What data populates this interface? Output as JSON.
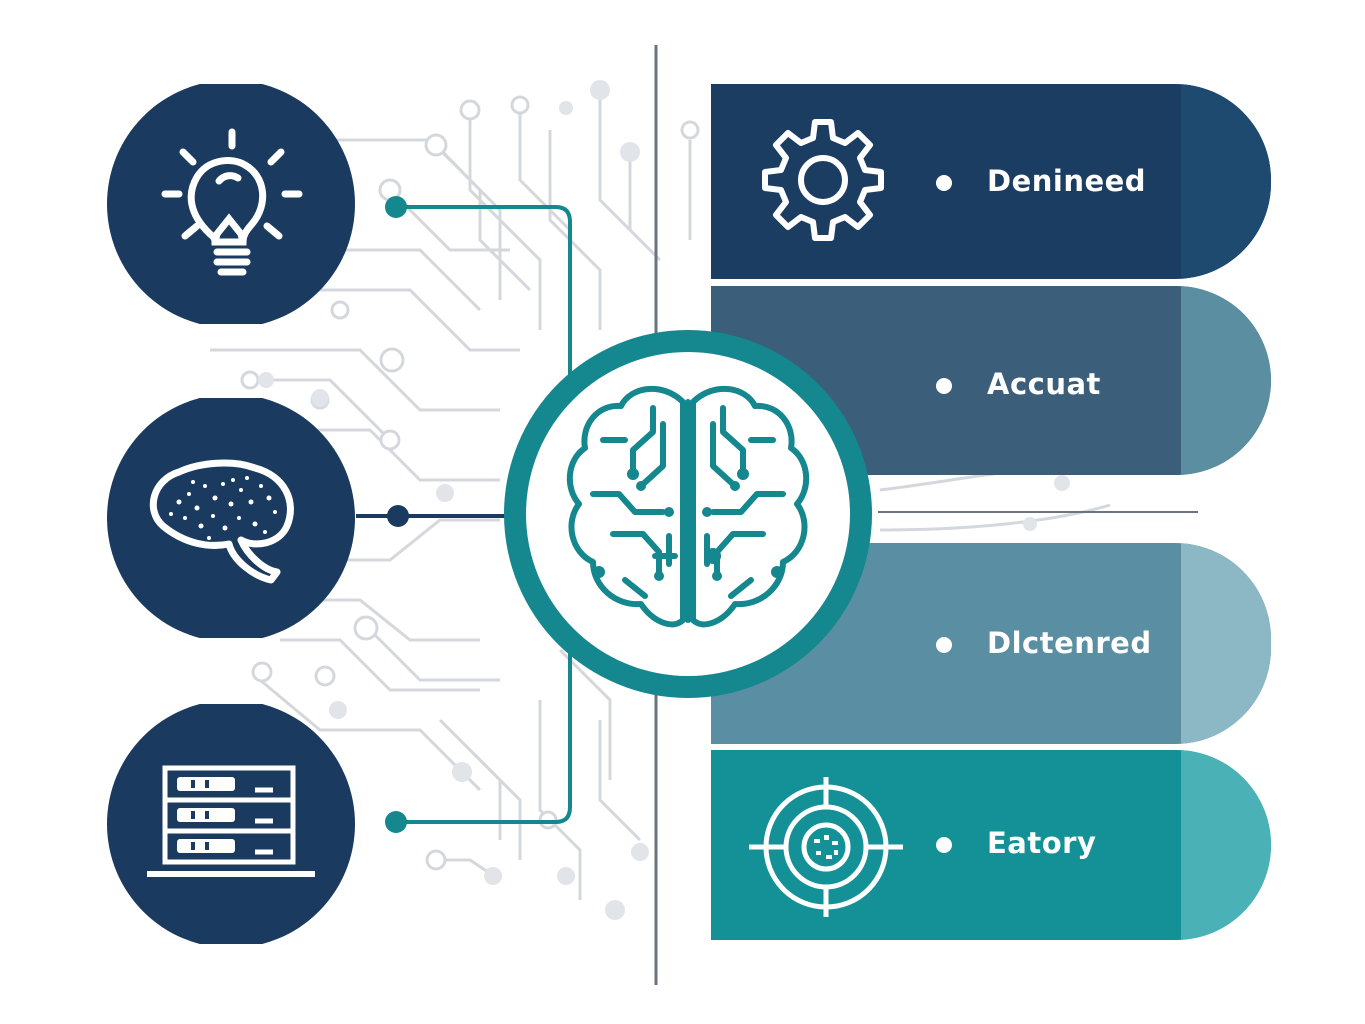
{
  "colors": {
    "navy": "#1b3a5f",
    "teal": "#15878e",
    "circuit_gray": "#d4d8dc",
    "divider": "#6a737e",
    "panel_1": "#1c3d62",
    "panel_2": "#3b5f7a",
    "panel_3": "#5a8ea3",
    "panel_4": "#139196"
  },
  "left_icons": [
    {
      "name": "lightbulb-icon"
    },
    {
      "name": "brain-particles-icon"
    },
    {
      "name": "server-rack-icon"
    }
  ],
  "center": {
    "icon": "circuit-brain-icon"
  },
  "panels": [
    {
      "label": "Denineed",
      "icon": "gear-icon"
    },
    {
      "label": "Accuat",
      "icon": ""
    },
    {
      "label": "Dlctenred",
      "icon": ""
    },
    {
      "label": "Eatory",
      "icon": "target-icon"
    }
  ]
}
